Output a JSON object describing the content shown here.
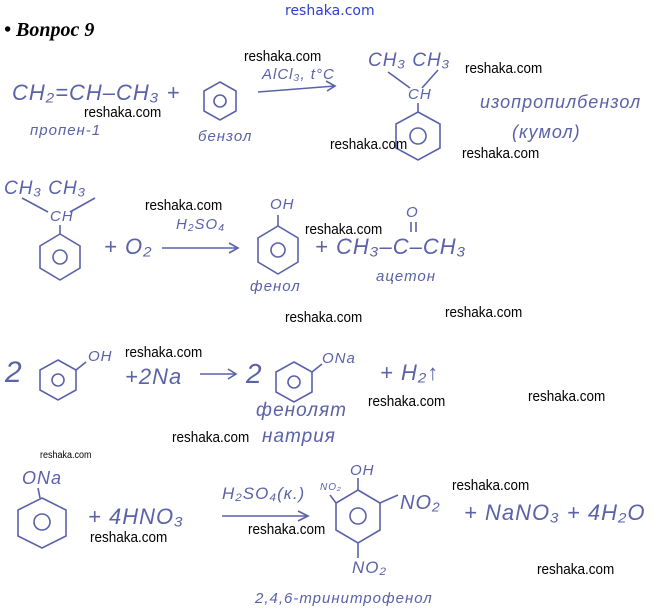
{
  "watermark_top": "reshaka.com",
  "watermark": "reshaka.com",
  "title": "• Вопрос 9",
  "r1": {
    "reactant1": "CH₂=CH–CH₃ +",
    "reactant1_name": "пропен-1",
    "reactant2_name": "бензол",
    "conditions": "AlCl₃, t°C",
    "product_groups": "CH₃  CH₃",
    "product_center": "CH",
    "product_name": "изопропилбензол",
    "product_alt_name": "(кумол)"
  },
  "r2": {
    "reactant_groups": "CH₃   CH₃",
    "reactant_center": "CH",
    "oxygen": "+ O₂",
    "conditions": "H₂SO₄",
    "phenol_group": "OH",
    "phenol_name": "фенол",
    "acetone": "+ CH₃–C–CH₃",
    "acetone_o": "O",
    "acetone_name": "ацетон"
  },
  "r3": {
    "coef1": "2",
    "oh": "OH",
    "sodium": "+2Na",
    "coef2": "2",
    "ona": "ONa",
    "hydrogen": "+ H₂↑",
    "product_name_1": "фенолят",
    "product_name_2": "натрия"
  },
  "r4": {
    "ona": "ONa",
    "acid": "+ 4HNO₃",
    "conditions": "H₂SO₄(к.)",
    "oh": "OH",
    "no2_left": "NO₂",
    "no2_right": "NO₂",
    "no2_bottom": "NO₂",
    "byproducts": "+ NaNO₃ + 4H₂O",
    "product_name": "2,4,6-тринитрофенол"
  }
}
